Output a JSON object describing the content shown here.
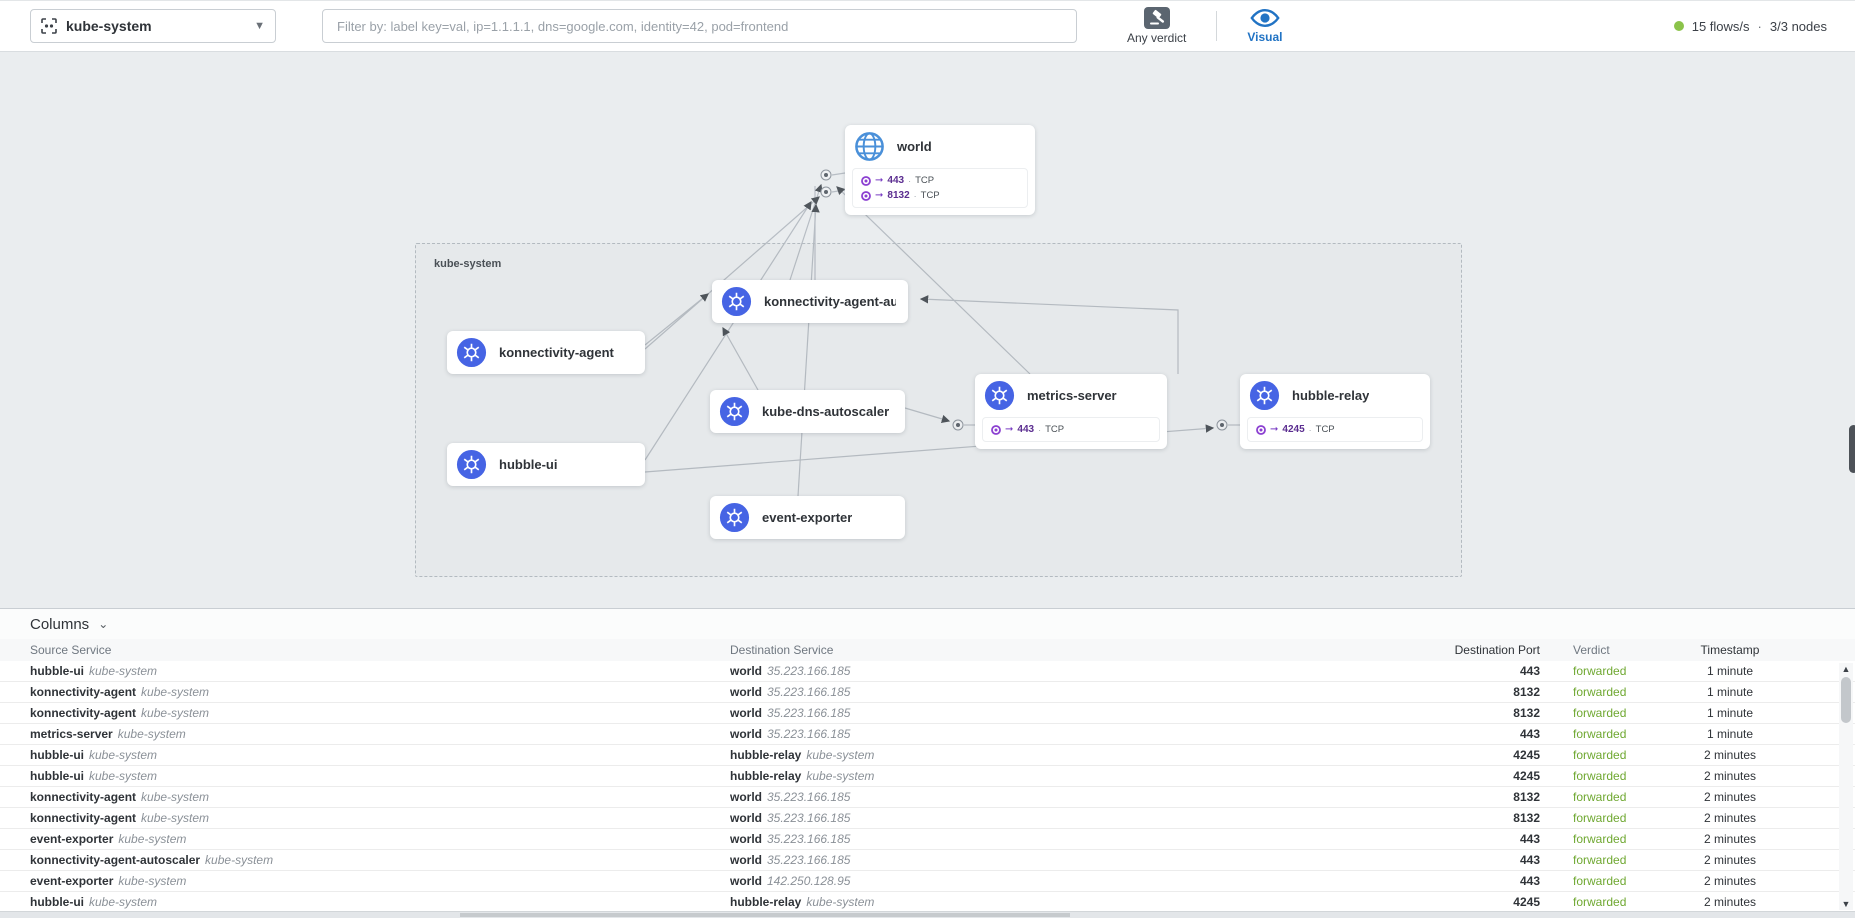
{
  "topbar": {
    "namespace": "kube-system",
    "filter_placeholder": "Filter by: label key=val, ip=1.1.1.1, dns=google.com, identity=42, pod=frontend",
    "verdict_label": "Any verdict",
    "view_label": "Visual",
    "flows_rate": "15 flows/s",
    "nodes_status": "3/3 nodes",
    "status_separator": "·",
    "status_dot_color": "#8bc34a",
    "accent_blue": "#2173c4"
  },
  "map": {
    "namespace_label": "kube-system",
    "world": {
      "label": "world",
      "ports": [
        {
          "port": "443",
          "dot": "·",
          "proto": "TCP"
        },
        {
          "port": "8132",
          "dot": "·",
          "proto": "TCP"
        }
      ]
    },
    "services": {
      "konnectivity_agent_autoscaler": {
        "label": "konnectivity-agent-autosc…"
      },
      "konnectivity_agent": {
        "label": "konnectivity-agent"
      },
      "kube_dns_autoscaler": {
        "label": "kube-dns-autoscaler"
      },
      "hubble_ui": {
        "label": "hubble-ui"
      },
      "event_exporter": {
        "label": "event-exporter"
      },
      "metrics_server": {
        "label": "metrics-server",
        "ports": [
          {
            "port": "443",
            "dot": "·",
            "proto": "TCP"
          }
        ]
      },
      "hubble_relay": {
        "label": "hubble-relay",
        "ports": [
          {
            "port": "4245",
            "dot": "·",
            "proto": "TCP"
          }
        ]
      }
    }
  },
  "flows_table": {
    "columns_label": "Columns",
    "headers": {
      "source": "Source Service",
      "destination": "Destination Service",
      "port": "Destination Port",
      "verdict": "Verdict",
      "timestamp": "Timestamp"
    },
    "verdict_color": "#6fa831",
    "rows": [
      {
        "src": "hubble-ui",
        "src_ns": "kube-system",
        "dst": "world",
        "dst_sub": "35.223.166.185",
        "port": "443",
        "verdict": "forwarded",
        "time": "1 minute"
      },
      {
        "src": "konnectivity-agent",
        "src_ns": "kube-system",
        "dst": "world",
        "dst_sub": "35.223.166.185",
        "port": "8132",
        "verdict": "forwarded",
        "time": "1 minute"
      },
      {
        "src": "konnectivity-agent",
        "src_ns": "kube-system",
        "dst": "world",
        "dst_sub": "35.223.166.185",
        "port": "8132",
        "verdict": "forwarded",
        "time": "1 minute"
      },
      {
        "src": "metrics-server",
        "src_ns": "kube-system",
        "dst": "world",
        "dst_sub": "35.223.166.185",
        "port": "443",
        "verdict": "forwarded",
        "time": "1 minute"
      },
      {
        "src": "hubble-ui",
        "src_ns": "kube-system",
        "dst": "hubble-relay",
        "dst_sub": "kube-system",
        "port": "4245",
        "verdict": "forwarded",
        "time": "2 minutes"
      },
      {
        "src": "hubble-ui",
        "src_ns": "kube-system",
        "dst": "hubble-relay",
        "dst_sub": "kube-system",
        "port": "4245",
        "verdict": "forwarded",
        "time": "2 minutes"
      },
      {
        "src": "konnectivity-agent",
        "src_ns": "kube-system",
        "dst": "world",
        "dst_sub": "35.223.166.185",
        "port": "8132",
        "verdict": "forwarded",
        "time": "2 minutes"
      },
      {
        "src": "konnectivity-agent",
        "src_ns": "kube-system",
        "dst": "world",
        "dst_sub": "35.223.166.185",
        "port": "8132",
        "verdict": "forwarded",
        "time": "2 minutes"
      },
      {
        "src": "event-exporter",
        "src_ns": "kube-system",
        "dst": "world",
        "dst_sub": "35.223.166.185",
        "port": "443",
        "verdict": "forwarded",
        "time": "2 minutes"
      },
      {
        "src": "konnectivity-agent-autoscaler",
        "src_ns": "kube-system",
        "dst": "world",
        "dst_sub": "35.223.166.185",
        "port": "443",
        "verdict": "forwarded",
        "time": "2 minutes"
      },
      {
        "src": "event-exporter",
        "src_ns": "kube-system",
        "dst": "world",
        "dst_sub": "142.250.128.95",
        "port": "443",
        "verdict": "forwarded",
        "time": "2 minutes"
      },
      {
        "src": "hubble-ui",
        "src_ns": "kube-system",
        "dst": "hubble-relay",
        "dst_sub": "kube-system",
        "port": "4245",
        "verdict": "forwarded",
        "time": "2 minutes"
      }
    ]
  }
}
